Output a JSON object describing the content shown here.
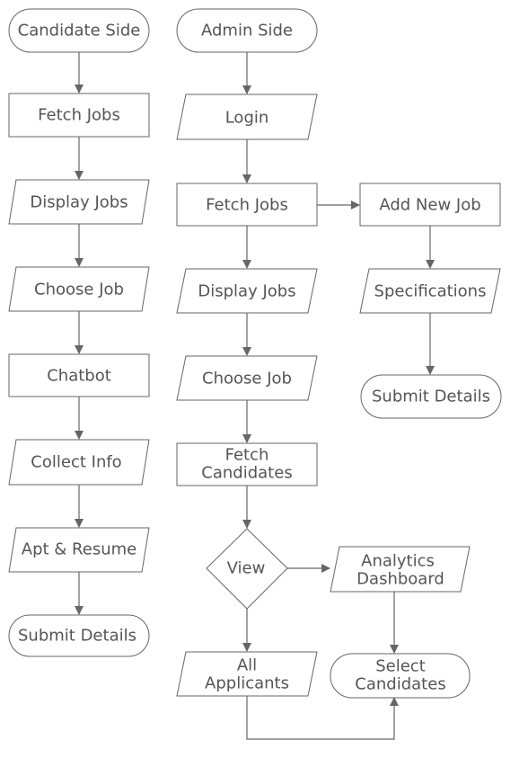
{
  "colors": {
    "stroke": "#666666",
    "text": "#555555",
    "background": "#ffffff"
  },
  "candidate": {
    "start": "Candidate Side",
    "fetch_jobs": "Fetch Jobs",
    "display_jobs": "Display Jobs",
    "choose_job": "Choose Job",
    "chatbot": "Chatbot",
    "collect_info": "Collect Info",
    "apt_resume": "Apt & Resume",
    "submit_details": "Submit Details"
  },
  "admin": {
    "start": "Admin Side",
    "login": "Login",
    "fetch_jobs": "Fetch Jobs",
    "display_jobs": "Display Jobs",
    "choose_job": "Choose Job",
    "fetch_candidates": [
      "Fetch",
      "Candidates"
    ],
    "view": "View",
    "all_applicants": [
      "All",
      "Applicants"
    ],
    "analytics_dashboard": [
      "Analytics",
      "Dashboard"
    ],
    "select_candidates": [
      "Select",
      "Candidates"
    ],
    "add_new_job": "Add New Job",
    "specifications": "Specifications",
    "submit_details": "Submit Details"
  }
}
